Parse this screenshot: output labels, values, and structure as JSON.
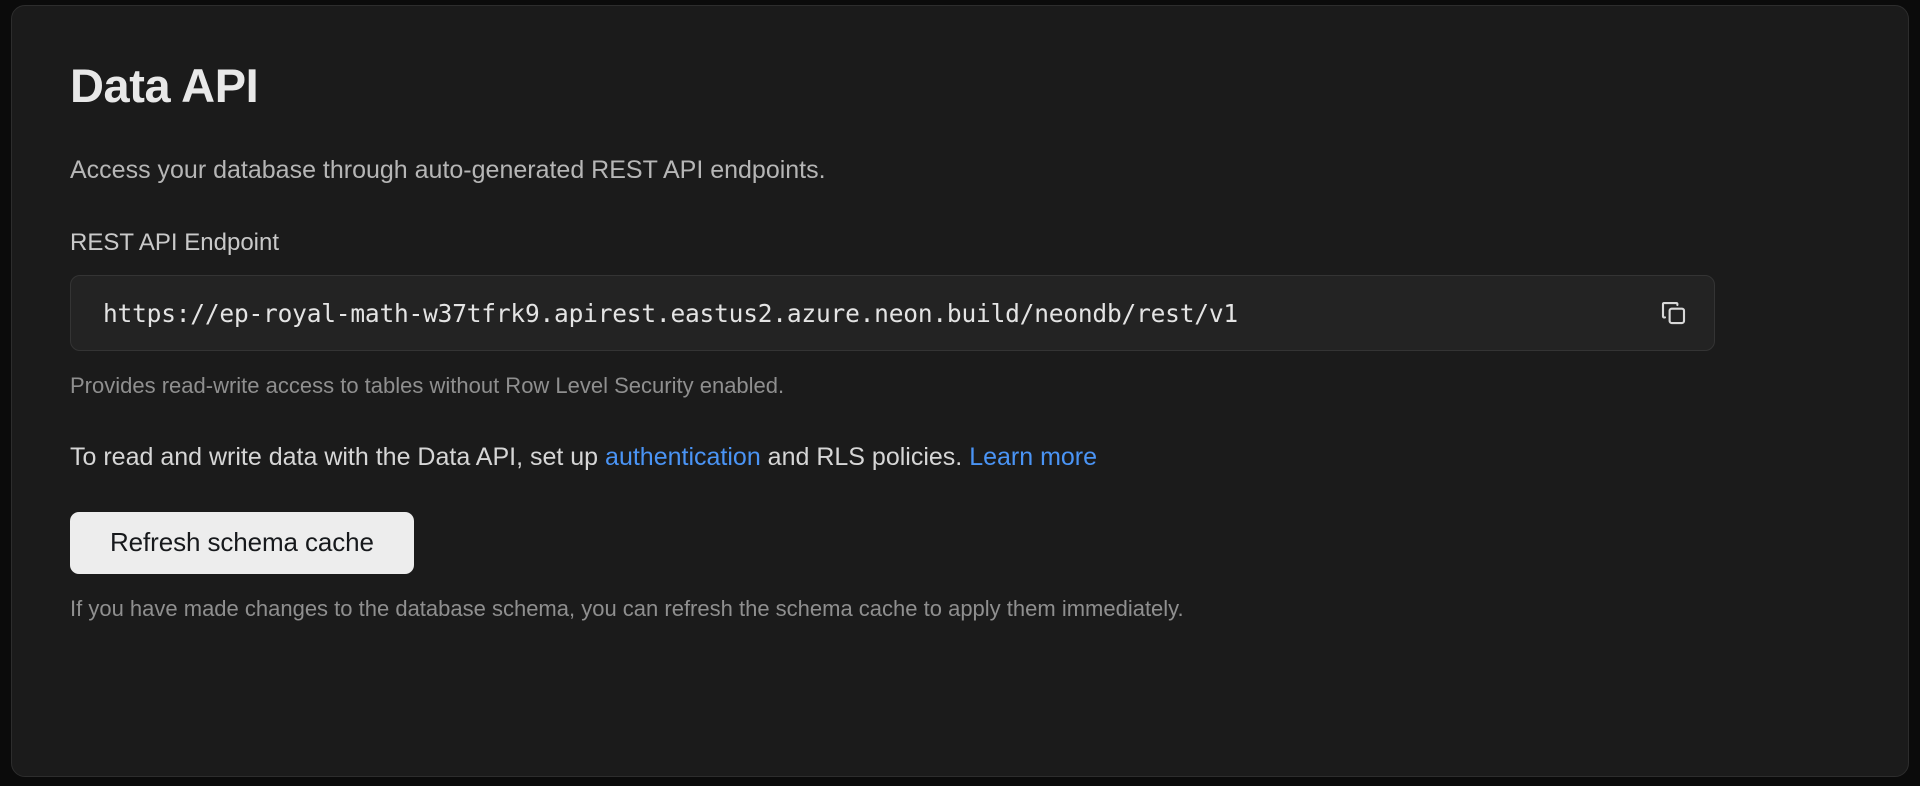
{
  "card": {
    "title": "Data API",
    "intro": "Access your database through auto-generated REST API endpoints.",
    "endpoint": {
      "label": "REST API Endpoint",
      "value": "https://ep-royal-math-w37tfrk9.apirest.eastus2.azure.neon.build/neondb/rest/v1",
      "copy_icon": "copy-icon",
      "helper": "Provides read-write access to tables without Row Level Security enabled."
    },
    "link_paragraph": {
      "before": "To read and write data with the Data API, set up ",
      "link_auth": "authentication",
      "middle": " and RLS policies. ",
      "link_learn": "Learn more"
    },
    "refresh_button": "Refresh schema cache",
    "footnote": "If you have made changes to the database schema, you can refresh the schema cache to apply them immediately."
  },
  "colors": {
    "page_bg": "#0b0b0b",
    "card_bg": "#1b1b1b",
    "card_border": "#2d2d2d",
    "input_bg": "#232323",
    "link": "#4a94f5",
    "button_bg": "#ededed",
    "button_text": "#17191c"
  }
}
